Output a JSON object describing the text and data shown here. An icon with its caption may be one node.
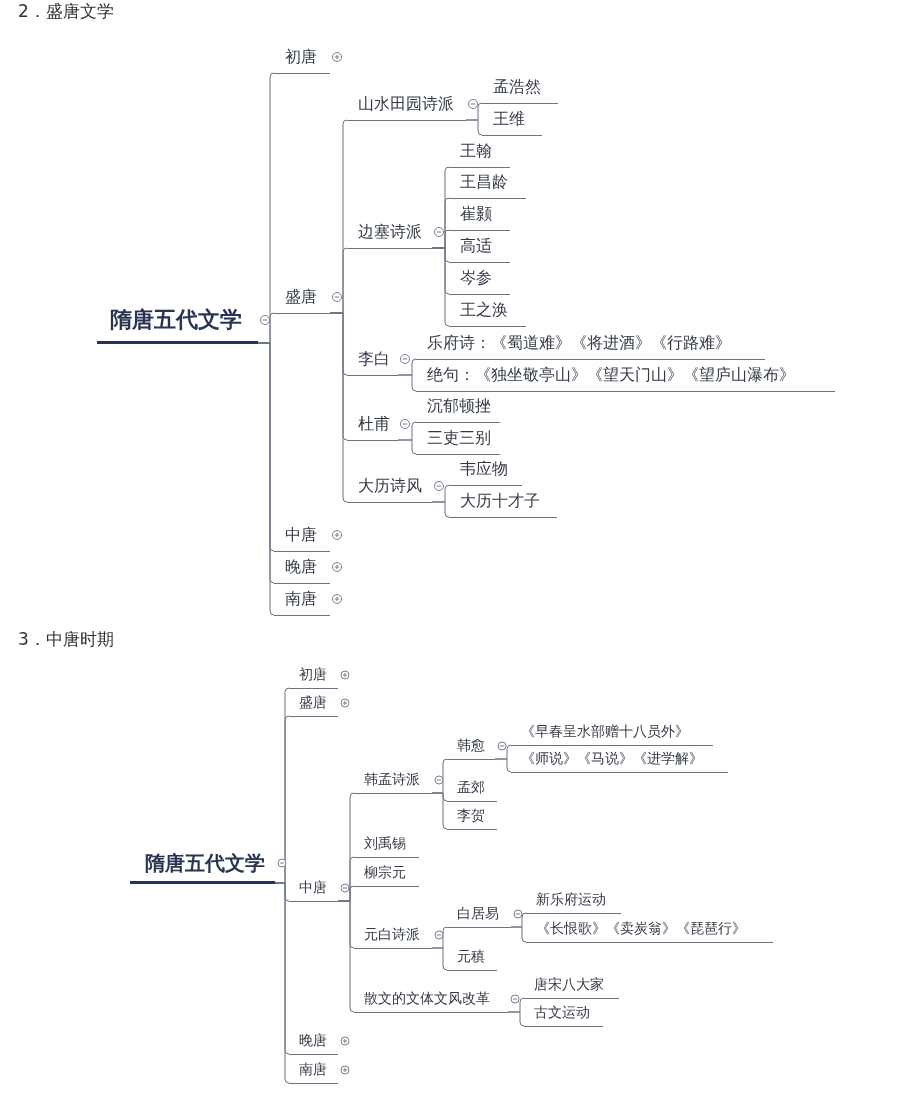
{
  "diagram": {
    "nodes": [
      {
        "text": [
          "隋唐五代文学"
        ]
      },
      {
        "text": [
          "初唐"
        ]
      },
      {
        "text": [
          "盛唐"
        ]
      },
      {
        "text": [
          "山水田园诗派"
        ]
      },
      {
        "text": [
          "孟浩然"
        ]
      },
      {
        "text": [
          "王维"
        ]
      },
      {
        "text": [
          "边塞诗派"
        ]
      },
      {
        "text": [
          "王翰"
        ]
      },
      {
        "text": [
          "王昌龄"
        ]
      },
      {
        "text": [
          "崔颢"
        ]
      },
      {
        "text": [
          "高适"
        ]
      },
      {
        "text": [
          "岑参"
        ]
      },
      {
        "text": [
          "王之涣"
        ]
      },
      {
        "text": [
          "李白"
        ]
      },
      {
        "text": [
          "乐府诗：《蜀道难》《将进酒》《行路难》"
        ]
      },
      {
        "text": [
          "绝句：《独坐敬亭山》《望天门山》《望庐山瀑布》"
        ]
      },
      {
        "text": [
          "杜甫"
        ]
      },
      {
        "text": [
          "沉郁顿挫"
        ]
      },
      {
        "text": [
          "三吏三别"
        ]
      },
      {
        "text": [
          "大历诗风"
        ]
      },
      {
        "text": [
          "韦应物"
        ]
      },
      {
        "text": [
          "大历十才子"
        ]
      },
      {
        "text": [
          "中唐"
        ]
      },
      {
        "text": [
          "晚唐"
        ]
      },
      {
        "text": [
          "南唐"
        ]
      },
      {
        "text": [
          "隋唐五代文学"
        ]
      },
      {
        "text": [
          "初唐"
        ]
      },
      {
        "text": [
          "盛唐"
        ]
      },
      {
        "text": [
          "中唐"
        ]
      },
      {
        "text": [
          "韩孟诗派"
        ]
      },
      {
        "text": [
          "韩愈"
        ]
      },
      {
        "text": [
          "《早春呈水部赠十八员外》"
        ]
      },
      {
        "text": [
          "《师说》《马说》《进学解》"
        ]
      },
      {
        "text": [
          "孟郊"
        ]
      },
      {
        "text": [
          "李贺"
        ]
      },
      {
        "text": [
          "刘禹锡"
        ]
      },
      {
        "text": [
          "柳宗元"
        ]
      },
      {
        "text": [
          "元白诗派"
        ]
      },
      {
        "text": [
          "白居易"
        ]
      },
      {
        "text": [
          "新乐府运动"
        ]
      },
      {
        "text": [
          "《长恨歌》《卖炭翁》《琵琶行》"
        ]
      },
      {
        "text": [
          "元稹"
        ]
      },
      {
        "text": [
          "散文的文体文风改革"
        ]
      },
      {
        "text": [
          "唐宋八大家"
        ]
      },
      {
        "text": [
          "古文运动"
        ]
      },
      {
        "text": [
          "晚唐"
        ]
      },
      {
        "text": [
          "南唐"
        ]
      }
    ],
    "edges": [
      {
        "from": 0,
        "to": 1,
        "arrow": "none"
      },
      {
        "from": 0,
        "to": 2,
        "arrow": "none"
      },
      {
        "from": 2,
        "to": 3,
        "arrow": "none"
      },
      {
        "from": 3,
        "to": 4,
        "arrow": "none"
      },
      {
        "from": 3,
        "to": 5,
        "arrow": "none"
      },
      {
        "from": 2,
        "to": 6,
        "arrow": "none"
      },
      {
        "from": 6,
        "to": 7,
        "arrow": "none"
      },
      {
        "from": 6,
        "to": 8,
        "arrow": "none"
      },
      {
        "from": 6,
        "to": 9,
        "arrow": "none"
      },
      {
        "from": 6,
        "to": 10,
        "arrow": "none"
      },
      {
        "from": 6,
        "to": 11,
        "arrow": "none"
      },
      {
        "from": 6,
        "to": 12,
        "arrow": "none"
      },
      {
        "from": 2,
        "to": 13,
        "arrow": "none"
      },
      {
        "from": 13,
        "to": 14,
        "arrow": "none"
      },
      {
        "from": 13,
        "to": 15,
        "arrow": "none"
      },
      {
        "from": 2,
        "to": 16,
        "arrow": "none"
      },
      {
        "from": 16,
        "to": 17,
        "arrow": "none"
      },
      {
        "from": 16,
        "to": 18,
        "arrow": "none"
      },
      {
        "from": 2,
        "to": 19,
        "arrow": "none"
      },
      {
        "from": 19,
        "to": 20,
        "arrow": "none"
      },
      {
        "from": 19,
        "to": 21,
        "arrow": "none"
      },
      {
        "from": 0,
        "to": 22,
        "arrow": "none"
      },
      {
        "from": 0,
        "to": 23,
        "arrow": "none"
      },
      {
        "from": 0,
        "to": 24,
        "arrow": "none"
      },
      {
        "from": 25,
        "to": 26,
        "arrow": "none"
      },
      {
        "from": 25,
        "to": 27,
        "arrow": "none"
      },
      {
        "from": 25,
        "to": 28,
        "arrow": "none"
      },
      {
        "from": 28,
        "to": 29,
        "arrow": "none"
      },
      {
        "from": 29,
        "to": 30,
        "arrow": "none"
      },
      {
        "from": 30,
        "to": 31,
        "arrow": "none"
      },
      {
        "from": 30,
        "to": 32,
        "arrow": "none"
      },
      {
        "from": 29,
        "to": 33,
        "arrow": "none"
      },
      {
        "from": 29,
        "to": 34,
        "arrow": "none"
      },
      {
        "from": 28,
        "to": 35,
        "arrow": "none"
      },
      {
        "from": 28,
        "to": 36,
        "arrow": "none"
      },
      {
        "from": 28,
        "to": 37,
        "arrow": "none"
      },
      {
        "from": 37,
        "to": 38,
        "arrow": "none"
      },
      {
        "from": 38,
        "to": 39,
        "arrow": "none"
      },
      {
        "from": 38,
        "to": 40,
        "arrow": "none"
      },
      {
        "from": 37,
        "to": 41,
        "arrow": "none"
      },
      {
        "from": 28,
        "to": 42,
        "arrow": "none"
      },
      {
        "from": 42,
        "to": 43,
        "arrow": "none"
      },
      {
        "from": 42,
        "to": 44,
        "arrow": "none"
      },
      {
        "from": 25,
        "to": 45,
        "arrow": "none"
      },
      {
        "from": 25,
        "to": 46,
        "arrow": "none"
      }
    ],
    "labels": [
      "2．盛唐文学",
      "3．中唐时期"
    ]
  }
}
